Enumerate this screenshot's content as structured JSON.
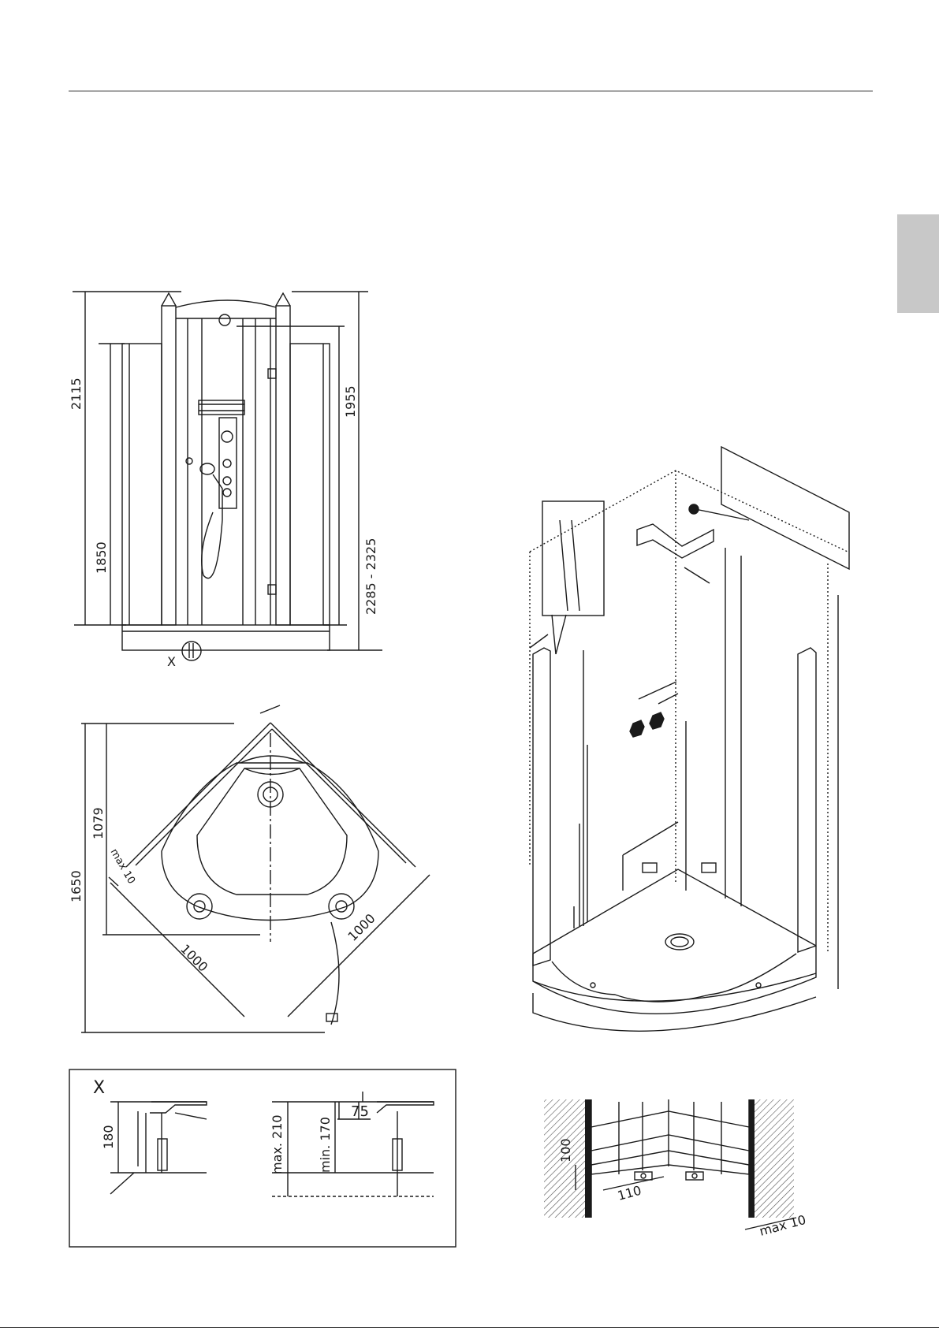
{
  "colors": {
    "line": "#1a1a1a",
    "tab": "#c8c8c8",
    "hatch": "#555555"
  },
  "front_view": {
    "dim_total_height": "2115",
    "dim_glass_height": "1850",
    "dim_mount_height": "1955",
    "dim_ceiling_range": "2285 - 2325",
    "detail_marker": "X"
  },
  "plan_view": {
    "dim_depth_total": "1650",
    "dim_depth_inner": "1079",
    "dim_gap": "max 10",
    "dim_side_left": "1000",
    "dim_side_right": "1000"
  },
  "detail_x": {
    "label": "X",
    "dim_height": "180",
    "dim_max": "max. 210",
    "dim_min": "min. 170",
    "dim_top": "75"
  },
  "corner_detail": {
    "dim_height": "100",
    "dim_width": "110",
    "dim_gap": "max 10"
  }
}
